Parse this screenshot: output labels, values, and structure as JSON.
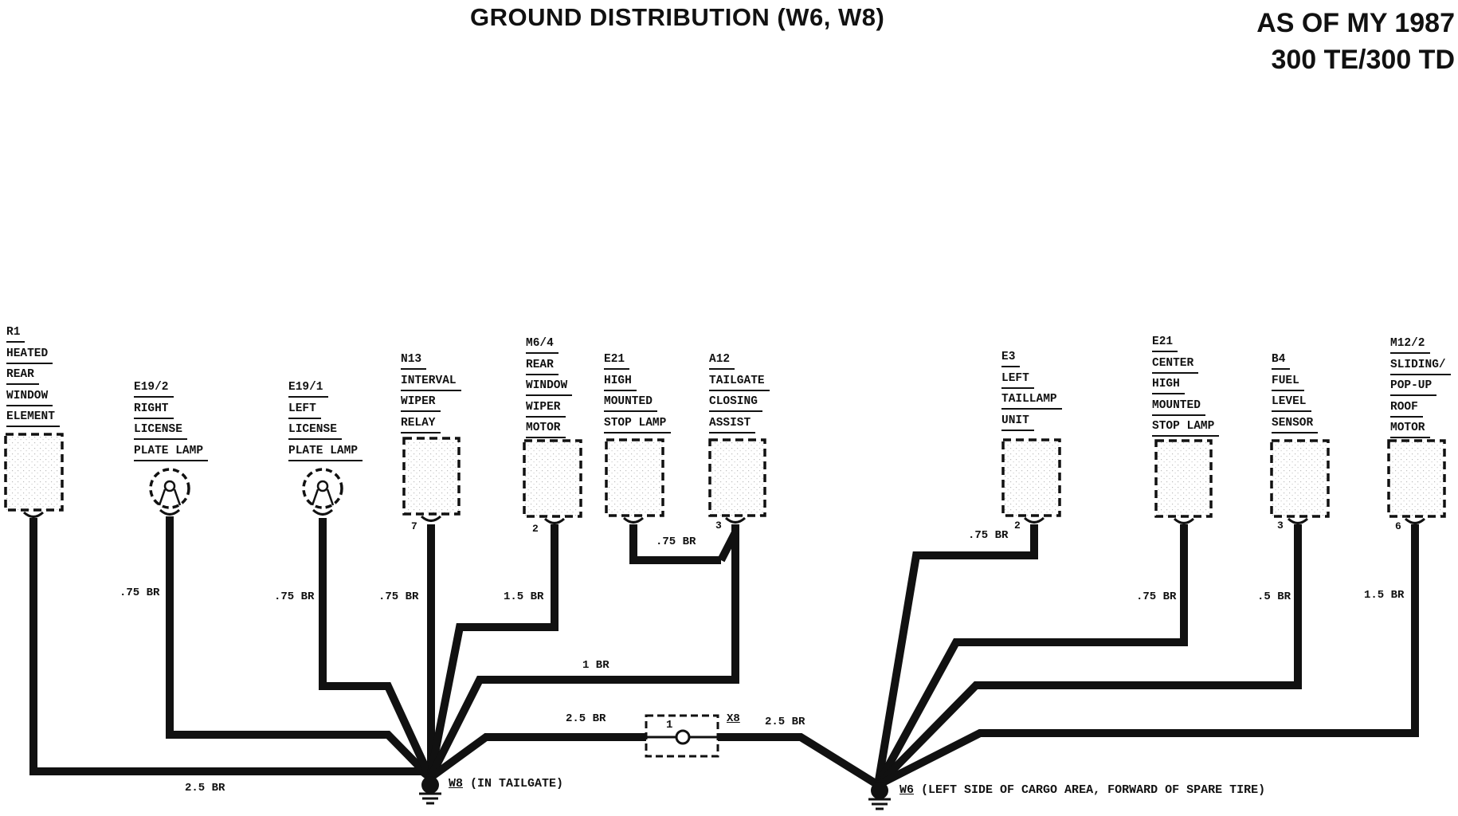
{
  "title": "GROUND DISTRIBUTION (W6, W8)",
  "model_line1": "AS OF MY 1987",
  "model_line2": "300 TE/300 TD",
  "components": [
    {
      "id": "r1",
      "lines": [
        "R1",
        "HEATED",
        "REAR",
        "WINDOW",
        "ELEMENT"
      ]
    },
    {
      "id": "e19-2",
      "lines": [
        "E19/2",
        "RIGHT",
        "LICENSE",
        "PLATE LAMP"
      ]
    },
    {
      "id": "e19-1",
      "lines": [
        "E19/1",
        "LEFT",
        "LICENSE",
        "PLATE LAMP"
      ]
    },
    {
      "id": "n13",
      "lines": [
        "N13",
        "INTERVAL",
        "WIPER",
        "RELAY"
      ]
    },
    {
      "id": "m6-4",
      "lines": [
        "M6/4",
        "REAR",
        "WINDOW",
        "WIPER",
        "MOTOR"
      ]
    },
    {
      "id": "e21a",
      "lines": [
        "E21",
        "HIGH",
        "MOUNTED",
        "STOP LAMP"
      ]
    },
    {
      "id": "a12",
      "lines": [
        "A12",
        "TAILGATE",
        "CLOSING",
        "ASSIST"
      ]
    },
    {
      "id": "e3",
      "lines": [
        "E3",
        "LEFT",
        "TAILLAMP",
        "UNIT"
      ]
    },
    {
      "id": "e21b",
      "lines": [
        "E21",
        "CENTER",
        "HIGH",
        "MOUNTED",
        "STOP LAMP"
      ]
    },
    {
      "id": "b4",
      "lines": [
        "B4",
        "FUEL",
        "LEVEL",
        "SENSOR"
      ]
    },
    {
      "id": "m12-2",
      "lines": [
        "M12/2",
        "SLIDING/",
        "POP-UP",
        "ROOF",
        "MOTOR"
      ]
    }
  ],
  "pins": {
    "n13": "7",
    "m6-4": "2",
    "a12": "3",
    "e3": "2",
    "b4": "3",
    "m12-2": "6"
  },
  "wires": {
    "r1": "2.5 BR",
    "e19-2": ".75 BR",
    "e19-1": ".75 BR",
    "n13": ".75 BR",
    "m6-4": "1.5 BR",
    "e21a": ".75 BR",
    "a12": "1 BR",
    "w8-x8": "2.5 BR",
    "x8-w6": "2.5 BR",
    "e3": ".75 BR",
    "e21b": ".75 BR",
    "b4": ".5 BR",
    "m12-2": "1.5 BR"
  },
  "connector": {
    "id": "X8",
    "pin": "1"
  },
  "grounds": {
    "w8": {
      "id": "W8",
      "desc": "(IN TAILGATE)"
    },
    "w6": {
      "id": "W6",
      "desc": "(LEFT SIDE OF CARGO AREA, FORWARD OF SPARE TIRE)"
    }
  }
}
